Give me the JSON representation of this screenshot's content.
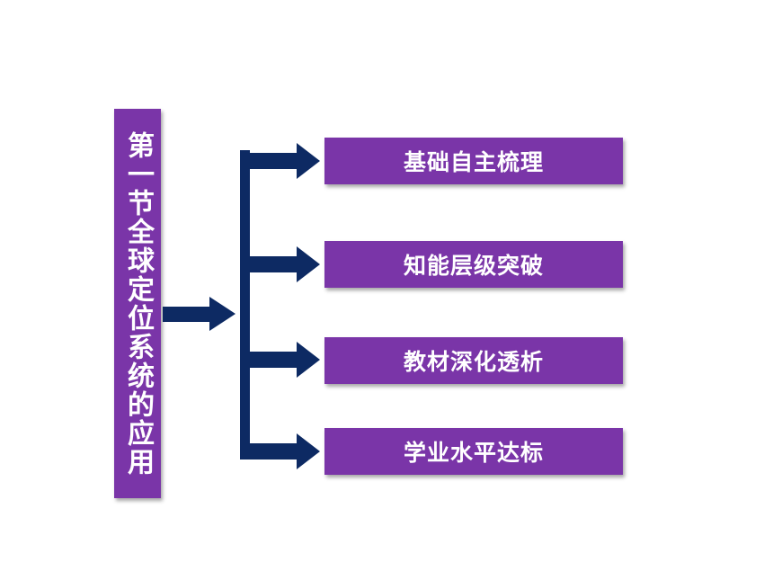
{
  "title": "第一节全球定位系统的应用",
  "items": [
    {
      "label": "基础自主梳理"
    },
    {
      "label": "知能层级突破"
    },
    {
      "label": "教材深化透析"
    },
    {
      "label": "学业水平达标"
    }
  ],
  "colors": {
    "box_fill": "#7a35a8",
    "arrow": "#0d2a63",
    "text": "#ffffff"
  }
}
